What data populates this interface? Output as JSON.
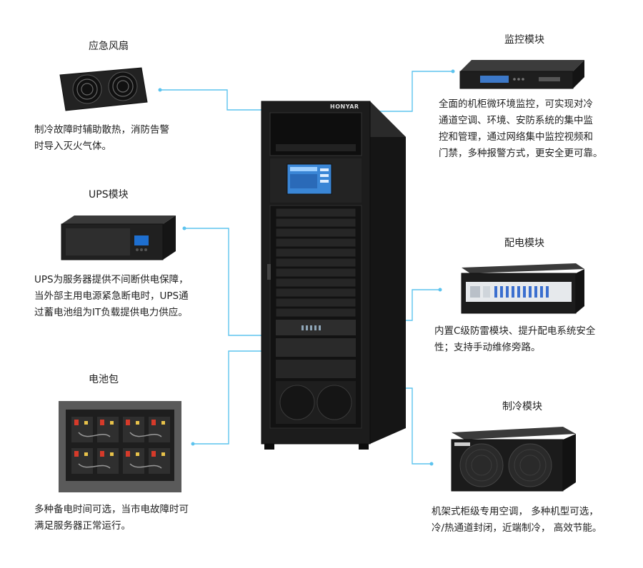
{
  "modules": {
    "fan": {
      "title": "应急风扇",
      "desc_line1": "制冷故障时辅助散热，消防告警",
      "desc_line2": "时导入灭火气体。"
    },
    "ups": {
      "title": "UPS模块",
      "desc_line1": "UPS为服务器提供不间断供电保障，",
      "desc_line2": "当外部主用电源紧急断电时，UPS通",
      "desc_line3": "过蓄电池组为IT负载提供电力供应。"
    },
    "battery": {
      "title": "电池包",
      "desc_line1": "多种备电时间可选，当市电故障时可",
      "desc_line2": "满足服务器正常运行。"
    },
    "monitor": {
      "title": "监控模块",
      "desc_line1": "全面的机柜微环境监控，可实现对冷",
      "desc_line2": "通道空调、环境、安防系统的集中监",
      "desc_line3": "控和管理，通过网络集中监控视频和",
      "desc_line4": "门禁，多种报警方式，更安全更可靠。"
    },
    "pdu": {
      "title": "配电模块",
      "desc_line1": "内置C级防雷模块、提升配电系统安全",
      "desc_line2": "性；支持手动维修旁路。"
    },
    "cooling": {
      "title": "制冷模块",
      "desc_line1": "机架式柜级专用空调， 多种机型可选，",
      "desc_line2": "冷/热通道封闭，近端制冷， 高效节能。"
    }
  },
  "cabinet": {
    "brand": "HONYAR"
  },
  "colors": {
    "connector": "#5cc3ee",
    "cabinet": "#1c1c1c"
  }
}
